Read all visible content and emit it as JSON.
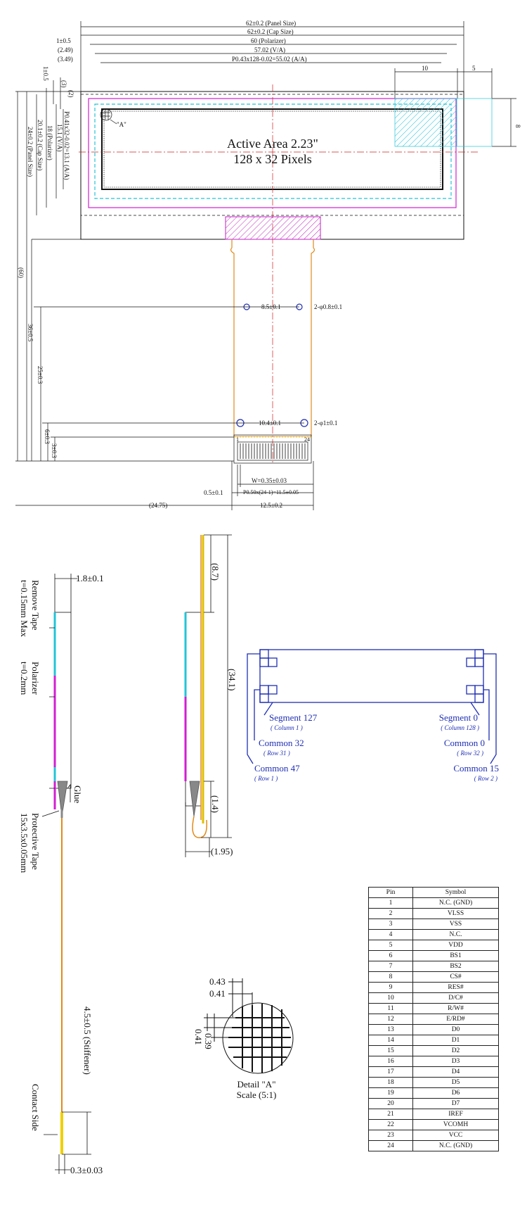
{
  "top_view": {
    "panel_size": "62±0.2 (Panel Size)",
    "cap_size": "62±0.2 (Cap Size)",
    "polarizer": "60 (Polarizer)",
    "va": "57.02 (V/A)",
    "aa_pitch": "P0.43x128-0.02=55.02 (A/A)",
    "d_1_5": "1±0.5",
    "d_2_49": "(2.49)",
    "d_3_49": "(3.49)",
    "d_10": "10",
    "d_5": "5",
    "d_8": "8",
    "v_1_5": "1±0.5",
    "v_3": "(3)",
    "v_2": "(2)",
    "v_aa": "P0.41x32-0.02=13.1 (A/A)",
    "v_va": "15.1 (V/A)",
    "v_pol": "18 (Polarizer)",
    "v_cap": "20.1±0.2 (Cap Size)",
    "v_panel": "24±0.2 (Panel Size)",
    "v_60": "(60)",
    "v_36": "36±0.5",
    "v_25": "25±0.3",
    "v_6": "6±0.3",
    "v_3b": "3±0.3",
    "detail_ref": "\"A\"",
    "active_area": "Active Area 2.23\"",
    "pixels": "128 x 32 Pixels",
    "hole_spacing": "8.5±0.1",
    "hole_dia": "2-φ0.8±0.1",
    "hole2_spacing": "10.4±0.1",
    "hole2_dia": "2-φ1±0.1",
    "pin_first": "1",
    "pin_last": "24",
    "w": "W=0.35±0.03",
    "d_0_5": "0.5±0.1",
    "pitch": "P0.50x(24-1)=11.5±0.05",
    "d_24_75": "(24.75)",
    "d_12_5": "12.5±0.2"
  },
  "side_view": {
    "thickness": "1.8±0.1",
    "remove_tape": "Remove Tape",
    "remove_tape_t": "t=0.15mm Max",
    "polarizer": "Polarizer",
    "polarizer_t": "t=0.2mm",
    "glue": "Glue",
    "protective_tape": "Protective Tape",
    "protective_tape_dim": "15x3.5x0.05mm",
    "stiffener": "4.5±0.5 (Stiffener)",
    "contact_side": "Contact Side",
    "fpc_t": "0.3±0.03"
  },
  "bend_view": {
    "d_8_7": "(8.7)",
    "d_34_1": "(34.1)",
    "d_1_4": "(1.4)",
    "d_1_95": "(1.95)"
  },
  "pixel_map": {
    "seg127": "Segment 127",
    "col1": "( Column 1 )",
    "seg0": "Segment 0",
    "col128": "( Column 128 )",
    "com32": "Common 32",
    "row31": "( Row 31 )",
    "com0": "Common 0",
    "row32": "( Row 32 )",
    "com47": "Common 47",
    "row1": "( Row 1 )",
    "com15": "Common 15",
    "row2": "( Row 2 )"
  },
  "detail": {
    "d_043": "0.43",
    "d_041": "0.41",
    "d_041v": "0.41",
    "d_039": "0.39",
    "title": "Detail \"A\"",
    "scale": "Scale (5:1)"
  },
  "pin_table": {
    "headers": [
      "Pin",
      "Symbol"
    ],
    "rows": [
      [
        "1",
        "N.C. (GND)"
      ],
      [
        "2",
        "VLSS"
      ],
      [
        "3",
        "VSS"
      ],
      [
        "4",
        "N.C."
      ],
      [
        "5",
        "VDD"
      ],
      [
        "6",
        "BS1"
      ],
      [
        "7",
        "BS2"
      ],
      [
        "8",
        "CS#"
      ],
      [
        "9",
        "RES#"
      ],
      [
        "10",
        "D/C#"
      ],
      [
        "11",
        "R/W#"
      ],
      [
        "12",
        "E/RD#"
      ],
      [
        "13",
        "D0"
      ],
      [
        "14",
        "D1"
      ],
      [
        "15",
        "D2"
      ],
      [
        "16",
        "D3"
      ],
      [
        "17",
        "D4"
      ],
      [
        "18",
        "D5"
      ],
      [
        "19",
        "D6"
      ],
      [
        "20",
        "D7"
      ],
      [
        "21",
        "IREF"
      ],
      [
        "22",
        "VCOMH"
      ],
      [
        "23",
        "VCC"
      ],
      [
        "24",
        "N.C. (GND)"
      ]
    ]
  }
}
